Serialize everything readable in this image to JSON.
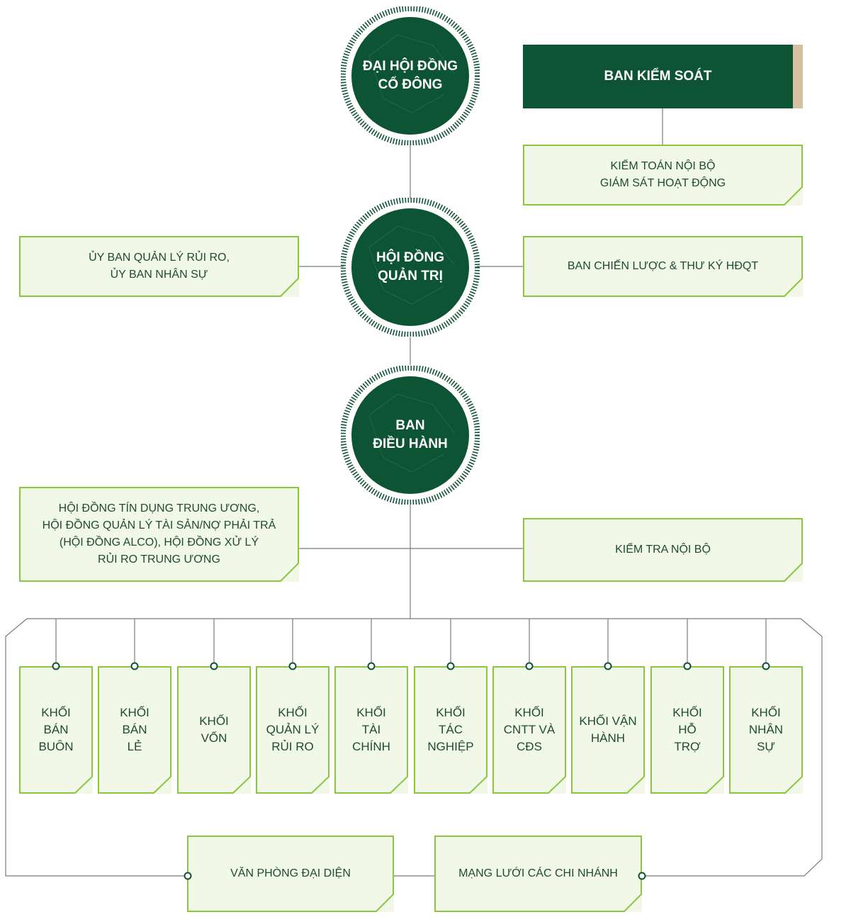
{
  "colors": {
    "dark_green": "#0d5434",
    "border_green": "#8cc63f",
    "box_fill": "#f1f8e8",
    "text_green": "#1f4a33",
    "tan": "#d4c0a0",
    "line_grey": "#7a7a7a"
  },
  "circles": {
    "dhdcd": "ĐẠI HỘI ĐỒNG\nCỔ ĐÔNG",
    "hdqt": "HỘI ĐỒNG\nQUẢN TRỊ",
    "bdh": "BAN\nĐIỀU HÀNH"
  },
  "boxes": {
    "ban_kiem_soat": "BAN KIỂM SOÁT",
    "kiem_toan": "KIỂM TOÁN NỘI BỘ\nGIÁM SÁT HOẠT ĐỘNG",
    "uy_ban": "ỦY BAN QUẢN LÝ RỦI RO,\nỦY BAN NHÂN SỰ",
    "ban_chien_luoc": "BAN CHIẾN LƯỢC & THƯ KÝ HĐQT",
    "hoi_dong_tin_dung": "HỘI ĐỒNG TÍN DỤNG TRUNG ƯƠNG,\nHỘI ĐỒNG QUẢN LÝ TÀI SẢN/NỢ PHẢI TRẢ\n(HỘI ĐỒNG ALCO), HỘI ĐỒNG XỬ LÝ\nRỦI RO TRUNG ƯƠNG",
    "kiem_tra_noi_bo": "KIỂM TRA NỘI BỘ",
    "van_phong": "VĂN PHÒNG ĐẠI DIỆN",
    "mang_luoi": "MẠNG LƯỚI CÁC CHI NHÁNH"
  },
  "khoi": [
    "KHỐI\nBÁN\nBUÔN",
    "KHỐI\nBÁN\nLẺ",
    "KHỐI\nVỐN",
    "KHỐI\nQUẢN LÝ\nRỦI RO",
    "KHỐI\nTÀI\nCHÍNH",
    "KHỐI\nTÁC\nNGHIỆP",
    "KHỐI\nCNTT VÀ\nCĐS",
    "KHỐI VẬN\nHÀNH",
    "KHỐI\nHỖ\nTRỢ",
    "KHỐI\nNHÂN\nSỰ"
  ]
}
